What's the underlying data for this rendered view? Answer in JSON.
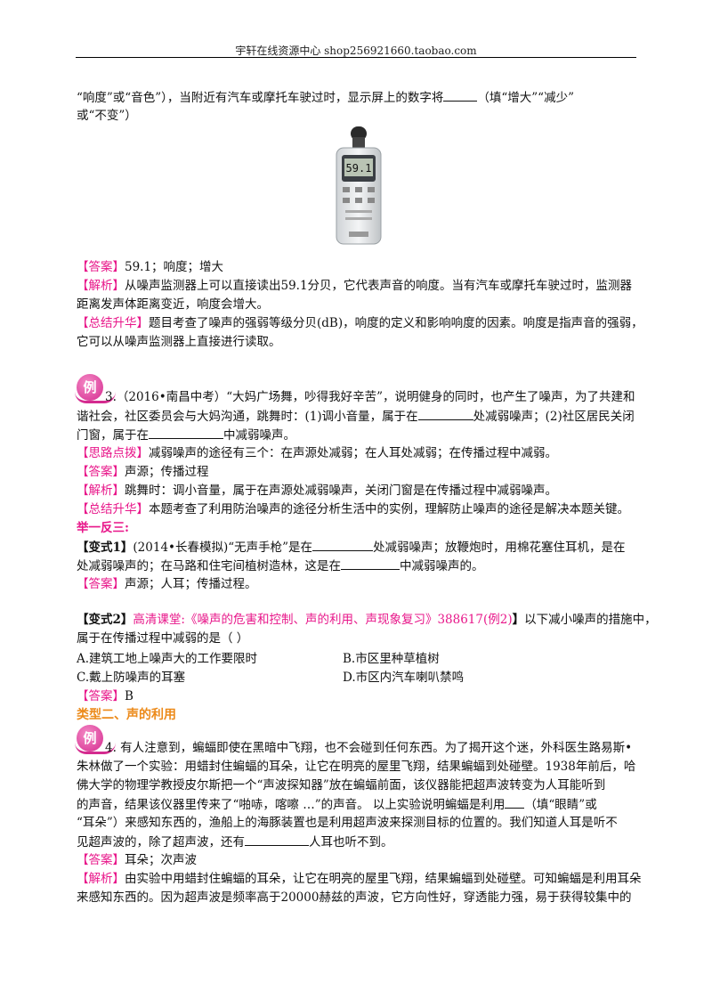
{
  "header": {
    "text": "宇轩在线资源中心   shop256921660.taobao.com"
  },
  "q_prev": {
    "line1": "“响度”或“音色”），当附近有汽车或摩托车驶过时，显示屏上的数字将",
    "line1_after": "（填“增大”“减少”",
    "line2": "或“不变”）"
  },
  "meter": {
    "display": "59.1"
  },
  "block1": {
    "answer_tag": "【答案】",
    "answer": "59.1；响度；增大",
    "analysis_tag": "【解析】",
    "analysis_1": "从噪声监测器上可以直接读出59.1分贝，它代表声音的响度。当有汽车或摩托车驶过时，监测器",
    "analysis_2": "距离发声体距离变近，响度会增大。",
    "summary_tag": "【总结升华】",
    "summary_1": "题目考查了噪声的强弱等级分贝(dB)，响度的定义和影响响度的因素。响度是指声音的强弱，",
    "summary_2": "它可以从噪声监测器上直接进行读取。"
  },
  "ex3": {
    "badge": "例",
    "l1": "3.（2016•南昌中考）“大妈广场舞，吵得我好辛苦”，说明健身的同时，也产生了噪声，为了共建和",
    "l2a": "谐社会，社区委员会与大妈沟通，跳舞时：(1)调小音量，属于在",
    "l2b": "处减弱噪声；(2)社区居民关闭",
    "l3a": "门窗，属于在",
    "l3b": "中减弱噪声。",
    "hint_tag": "【思路点拨】",
    "hint": "减弱噪声的途径有三个：在声源处减弱；在人耳处减弱；在传播过程中减弱。",
    "answer_tag": "【答案】",
    "answer": "声源；传播过程",
    "analysis_tag": "【解析】",
    "analysis": "跳舞时：调小音量，属于在声源处减弱噪声，关闭门窗是在传播过程中减弱噪声。",
    "summary_tag": "【总结升华】",
    "summary": "本题考查了利用防治噪声的途径分析生活中的实例，理解防止噪声的途径是解决本题关键。"
  },
  "variants": {
    "title": "举一反三:",
    "v1_tag": "【变式1】",
    "v1_l1a": "(2014•长春模拟)“无声手枪”是在",
    "v1_l1b": "处减弱噪声；放鞭炮时，用棉花塞住耳机，是在",
    "v1_l2a": "处减弱噪声的；在马路和住宅间植树造林，这是在",
    "v1_l2b": "中减弱噪声的。",
    "v1_answer_tag": "【答案】",
    "v1_answer": "声源；人耳；传播过程。",
    "v2_tag": "【变式2】",
    "v2_link": "高清课堂:《噪声的危害和控制、声的利用、声现象复习》388617(例2)",
    "v2_tag_end": "】",
    "v2_l1_after": "以下减小噪声的措施中，",
    "v2_l2": "属于在传播过程中减弱的是（     ）",
    "opt_a": "A.建筑工地上噪声大的工作要限时",
    "opt_b": "B.市区里种草植树",
    "opt_c": "C.戴上防噪声的耳塞",
    "opt_d": "D.市区内汽车喇叭禁鸣",
    "v2_answer_tag": "【答案】",
    "v2_answer": "B"
  },
  "section2": {
    "title": "类型二、声的利用"
  },
  "ex4": {
    "badge": "例",
    "l1": "4. 有人注意到，蝙蝠即使在黑暗中飞翔，也不会碰到任何东西。为了揭开这个迷，外科医生路易斯•",
    "l2": "朱林做了一个实验：用蜡封住蝙蝠的耳朵，让它在明亮的屋里飞翔，结果蝙蝠到处碰壁。1938年前后，哈",
    "l3": "佛大学的物理学教授皮尔斯把一个“声波探知器”放在蝙蝠前面，该仪器能把超声波转变为人耳能听到",
    "l4a": "的声音，结果该仪器里传来了“啪哧，喀嚓 …”的声音。 以上实验说明蝙蝠是利用",
    "l4b": "（填“眼睛”或",
    "l5": "“耳朵”）来感知东西的，渔船上的海豚装置也是利用超声波来探测目标的位置的。我们知道人耳是听不",
    "l6a": "见超声波的，除了超声波，还有",
    "l6b": "人耳也听不到。",
    "answer_tag": "【答案】",
    "answer": "耳朵；次声波",
    "analysis_tag": "【解析】",
    "analysis_1": "由实验中用蜡封住蝙蝠的耳朵，让它在明亮的屋里飞翔，结果蝙蝠到处碰壁。可知蝙蝠是利用耳朵",
    "analysis_2": "来感知东西的。因为超声波是频率高于20000赫兹的声波，它方向性好，穿透能力强，易于获得较集中的"
  }
}
